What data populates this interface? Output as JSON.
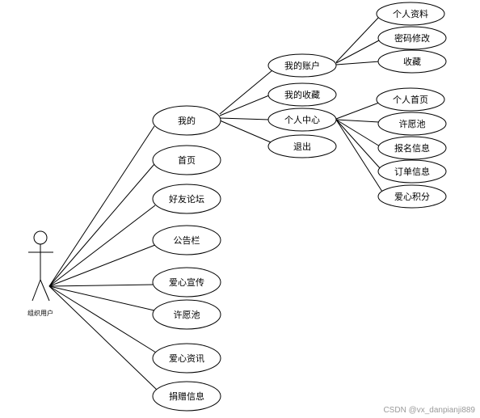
{
  "actor": {
    "label": "组织用户"
  },
  "nodes": {
    "wode": "我的",
    "shouye": "首页",
    "haoyou": "好友论坛",
    "gonggao": "公告栏",
    "xuanchuan": "爱心宣传",
    "xuyuan1": "许愿池",
    "zixun": "爱心资讯",
    "juanzeng": "捐赠信息",
    "zhanghu": "我的账户",
    "shoucang1": "我的收藏",
    "zhongxin": "个人中心",
    "tuichu": "退出",
    "ziliao": "个人资料",
    "mima": "密码修改",
    "shoucang2": "收藏",
    "zhuye": "个人首页",
    "xuyuan2": "许愿池",
    "baoming": "报名信息",
    "dingdan": "订单信息",
    "jifen": "爱心积分"
  },
  "watermark": "CSDN @vx_danpianji889"
}
